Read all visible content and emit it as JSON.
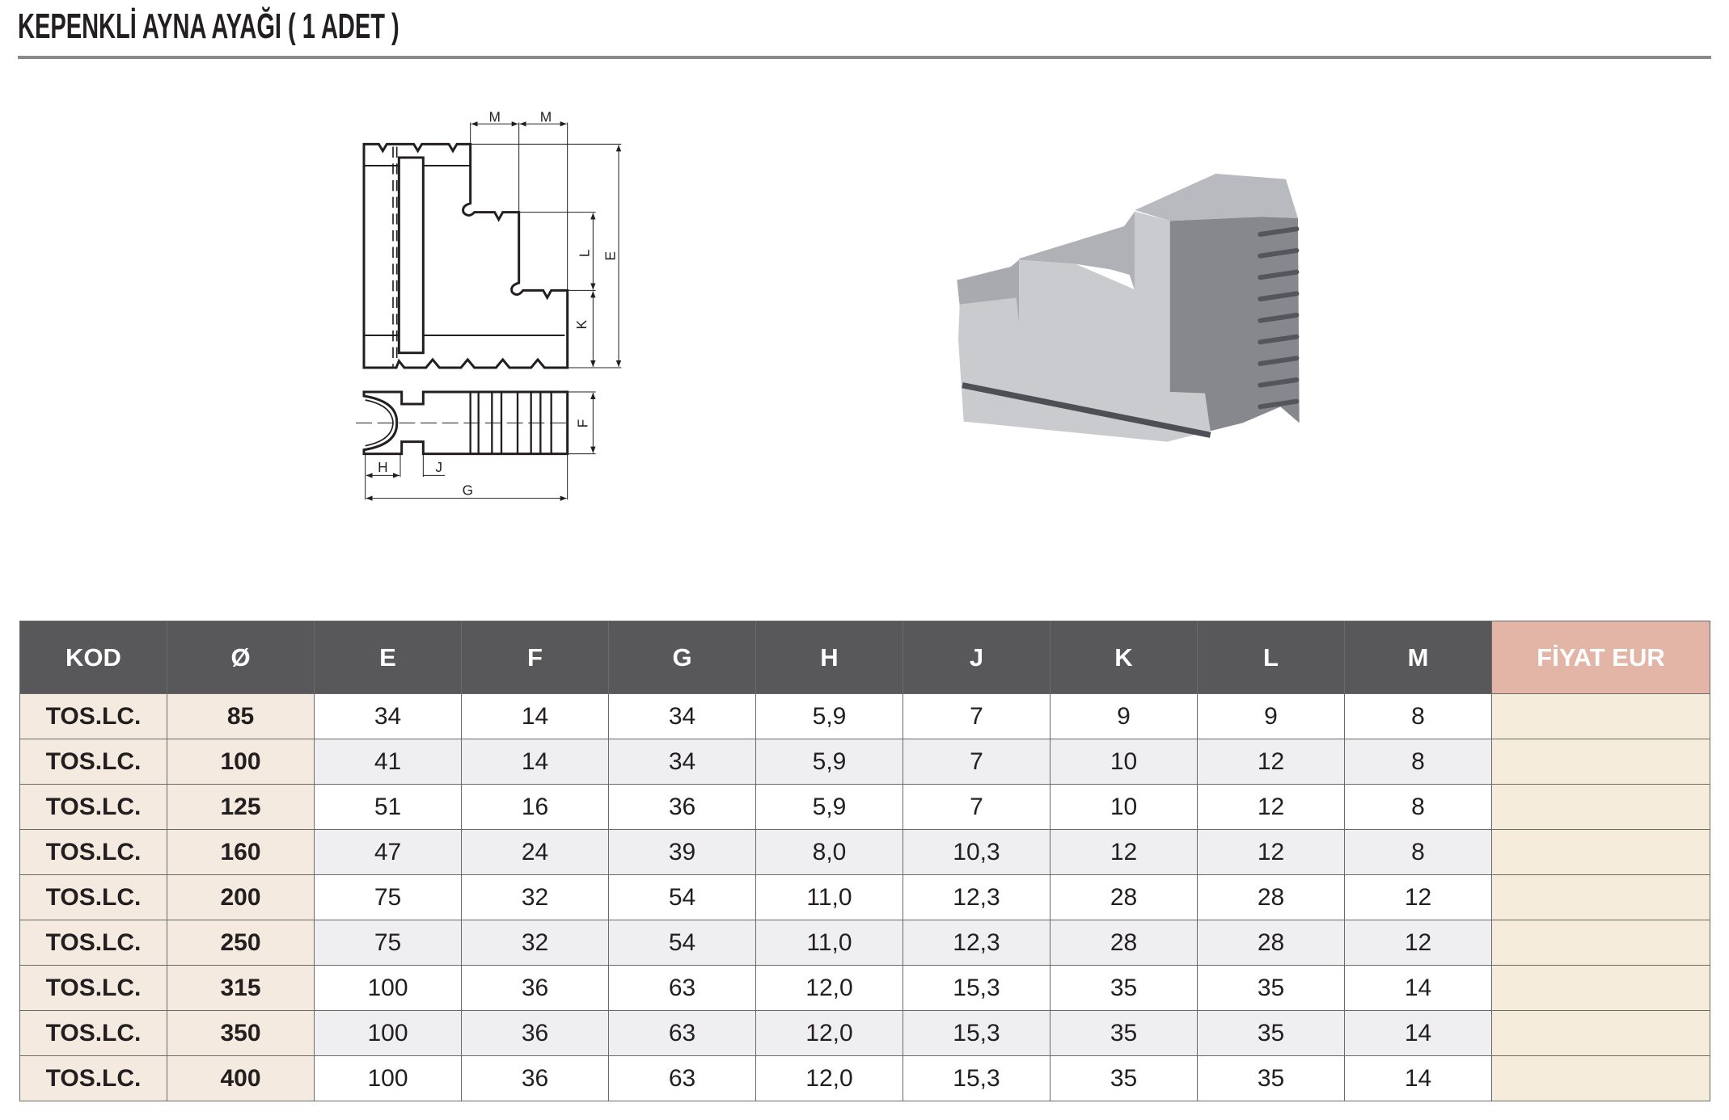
{
  "title": "KEPENKLİ AYNA AYAĞI ( 1 ADET )",
  "drawing_labels": {
    "M1": "M",
    "M2": "M",
    "L": "L",
    "E": "E",
    "K": "K",
    "F": "F",
    "H": "H",
    "J": "J",
    "G": "G"
  },
  "table": {
    "headers": [
      "KOD",
      "Ø",
      "E",
      "F",
      "G",
      "H",
      "J",
      "K",
      "L",
      "M",
      "FİYAT EUR"
    ],
    "rows": [
      [
        "TOS.LC.",
        "85",
        "34",
        "14",
        "34",
        "5,9",
        "7",
        "9",
        "9",
        "8",
        ""
      ],
      [
        "TOS.LC.",
        "100",
        "41",
        "14",
        "34",
        "5,9",
        "7",
        "10",
        "12",
        "8",
        ""
      ],
      [
        "TOS.LC.",
        "125",
        "51",
        "16",
        "36",
        "5,9",
        "7",
        "10",
        "12",
        "8",
        ""
      ],
      [
        "TOS.LC.",
        "160",
        "47",
        "24",
        "39",
        "8,0",
        "10,3",
        "12",
        "12",
        "8",
        ""
      ],
      [
        "TOS.LC.",
        "200",
        "75",
        "32",
        "54",
        "11,0",
        "12,3",
        "28",
        "28",
        "12",
        ""
      ],
      [
        "TOS.LC.",
        "250",
        "75",
        "32",
        "54",
        "11,0",
        "12,3",
        "28",
        "28",
        "12",
        ""
      ],
      [
        "TOS.LC.",
        "315",
        "100",
        "36",
        "63",
        "12,0",
        "15,3",
        "35",
        "35",
        "14",
        ""
      ],
      [
        "TOS.LC.",
        "350",
        "100",
        "36",
        "63",
        "12,0",
        "15,3",
        "35",
        "35",
        "14",
        ""
      ],
      [
        "TOS.LC.",
        "400",
        "100",
        "36",
        "63",
        "12,0",
        "15,3",
        "35",
        "35",
        "14",
        ""
      ]
    ]
  },
  "colors": {
    "header_bg": "#58585a",
    "price_header_bg": "#e2b5a6",
    "kod_bg": "#f5eadf",
    "price_bg": "#f5ecdc",
    "alt_row": "#efeff1"
  }
}
